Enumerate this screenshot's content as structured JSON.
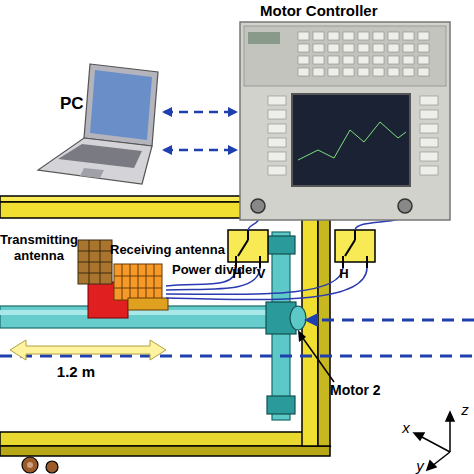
{
  "diagram": {
    "nodes": [
      {
        "text": [
          "PC"
        ]
      },
      {
        "text": [
          "Motor Controller"
        ]
      }
    ],
    "edges": [
      {
        "from": 0,
        "to": 1,
        "arrow": "both"
      },
      {
        "from": 0,
        "to": 1,
        "arrow": "both"
      }
    ],
    "labels": [
      "Transmitting antenna",
      "Receiving antenna",
      "Power divider",
      "1.2 m",
      "Motor 2",
      "H",
      "V",
      "H",
      "z",
      "x",
      "y"
    ]
  }
}
